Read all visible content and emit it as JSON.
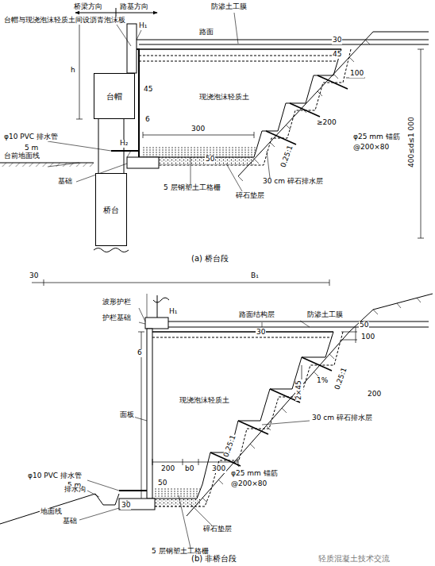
{
  "diagram": {
    "nodes": [
      {
        "text": [
          "台帽"
        ]
      },
      {
        "text": [
          "桥台"
        ]
      }
    ],
    "labels": [
      "桥梁方向",
      "路基方向",
      "防渗土工膜",
      "台帽与现浇泡沫轻质土间设沥青泡沫板",
      "H₁",
      "路面",
      "30",
      "45",
      "45",
      "100",
      "h",
      "现浇泡沫轻质土",
      "≥200",
      "φ25 mm 锚筋",
      "@200×80",
      "6",
      "300",
      "φ10 PVC 排水管",
      "5 m",
      "50",
      "0.25:1",
      "台前地面线",
      "H₂",
      "30 cm 碎石排水层",
      "基础",
      "5 层钢塑土工格栅",
      "碎石垫层",
      "400≤d≤1 000",
      "(a) 桥台段",
      "30",
      "B₁",
      "波形护栏",
      "护栏基础",
      "H₁",
      "路面结构层",
      "防渗土工膜",
      "100",
      "30",
      "50",
      "6",
      "2×45",
      "1%",
      "200",
      "0.25:1",
      "30 cm 碎石排水层",
      "面板",
      "现浇泡沫轻质土",
      "φ10 PVC 排水管",
      "5 m",
      "200",
      "b0",
      "300",
      "φ25 mm 锚筋",
      "@200×80",
      "0.25:1",
      "排水沟",
      "地面线",
      "基础",
      "50",
      "30",
      "5 层钢塑土工格栅",
      "碎石垫层",
      "(b) 非桥台段",
      "轻质混凝土技术交流"
    ]
  }
}
